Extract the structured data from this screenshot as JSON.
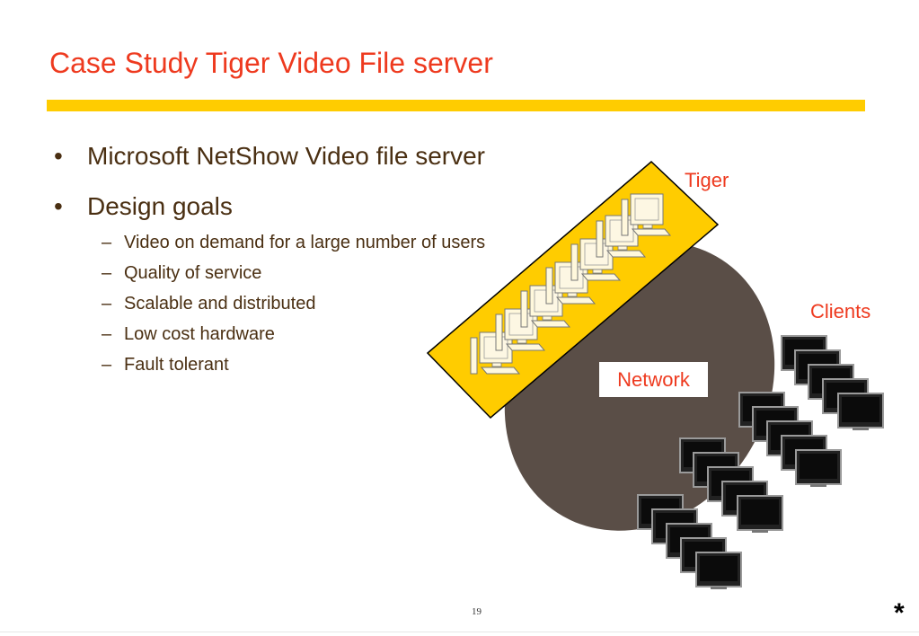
{
  "slide": {
    "title": "Case Study Tiger Video File server",
    "bullets": [
      {
        "bullet": "•",
        "text": "Microsoft NetShow Video file server"
      },
      {
        "bullet": "•",
        "text": "Design goals",
        "sub": [
          {
            "dash": "–",
            "text": "Video on demand for a large number of users"
          },
          {
            "dash": "–",
            "text": "Quality of service"
          },
          {
            "dash": "–",
            "text": "Scalable and distributed"
          },
          {
            "dash": "–",
            "text": "Low cost hardware"
          },
          {
            "dash": "–",
            "text": "Fault tolerant"
          }
        ]
      }
    ],
    "page_number": "19",
    "footer_mark": "*"
  },
  "diagram": {
    "tiger_label": "Tiger",
    "clients_label": "Clients",
    "network_label": "Network",
    "colors": {
      "accent": "#ee3a1f",
      "rule": "#ffcc00",
      "network": "#5a4e47",
      "server_band": "#ffcc00",
      "text": "#4a2f12"
    },
    "icons": {
      "server": "server-computer-icon",
      "client": "client-monitor-icon"
    }
  }
}
